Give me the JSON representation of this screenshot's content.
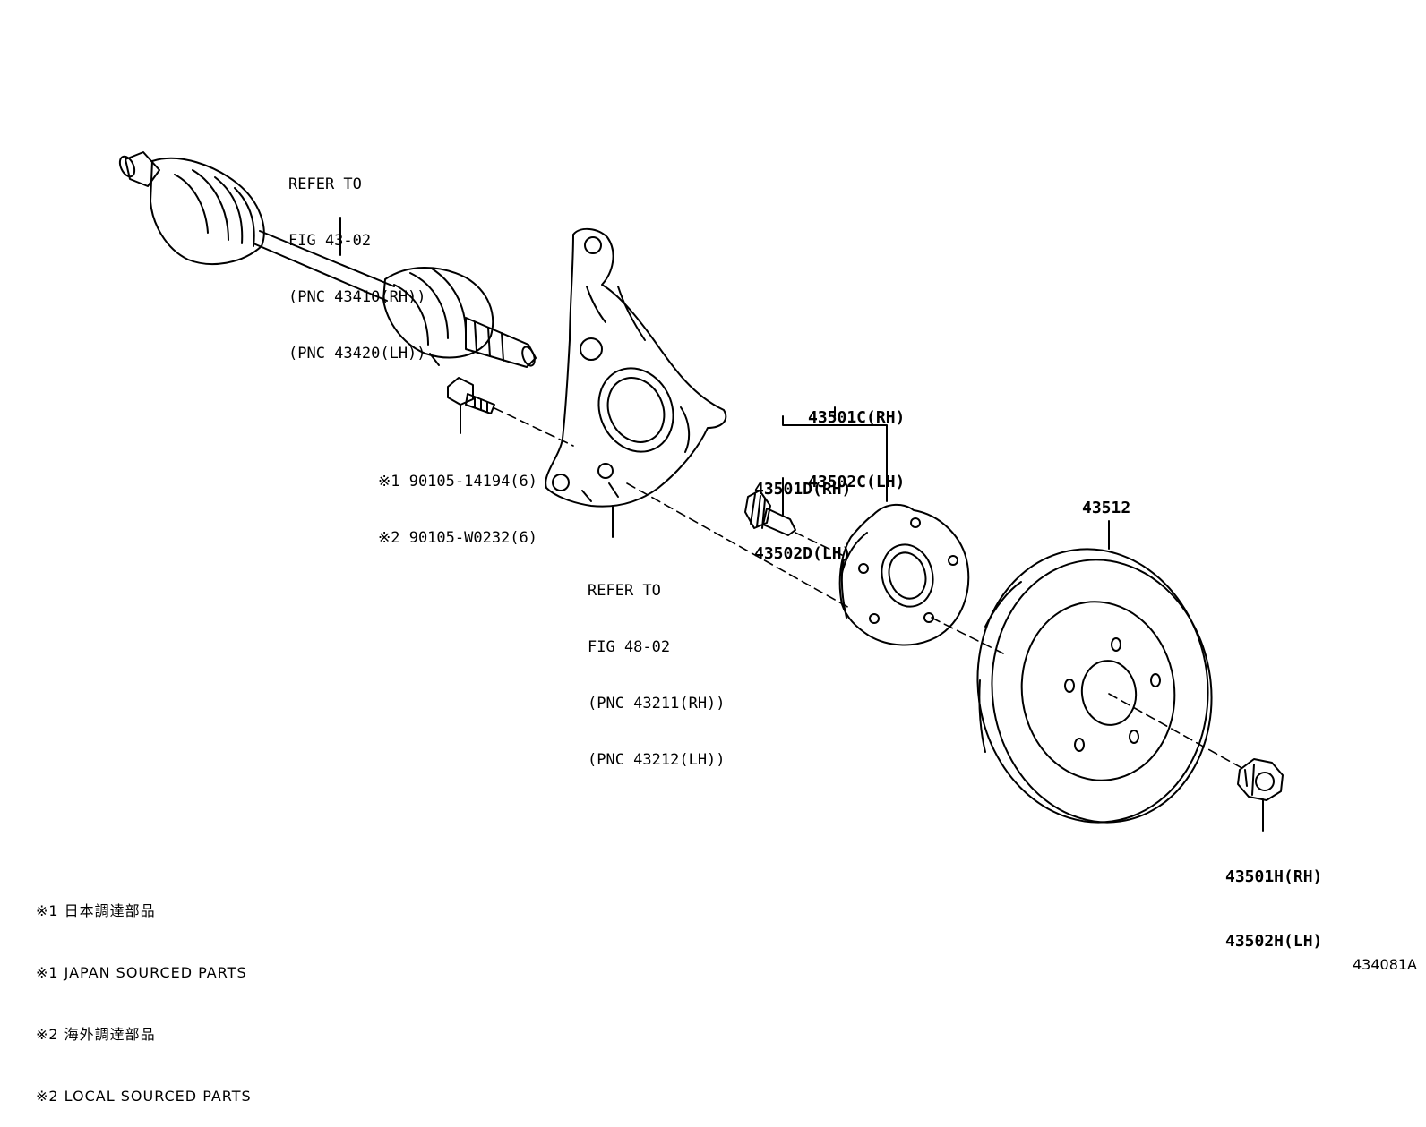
{
  "callouts": {
    "driveshaft_ref": [
      "REFER TO",
      "FIG 43-02",
      "(PNC 43410(RH))",
      "(PNC 43420(LH))"
    ],
    "knuckle_ref": [
      "REFER TO",
      "FIG 48-02",
      "(PNC 43211(RH))",
      "(PNC 43212(LH))"
    ],
    "bolt": [
      "※1 90105-14194(6)",
      "※2 90105-W0232(6)"
    ],
    "hub_assy": [
      "43501C(RH)",
      "43502C(LH)"
    ],
    "hub_bolt": [
      "43501D(RH)",
      "43502D(LH)"
    ],
    "rotor": "43512",
    "nut": [
      "43501H(RH)",
      "43502H(LH)"
    ]
  },
  "legend": [
    "※1 日本調達部品",
    "※1 JAPAN SOURCED PARTS",
    "※2 海外調達部品",
    "※2 LOCAL SOURCED PARTS"
  ],
  "figure_number": "434081A"
}
